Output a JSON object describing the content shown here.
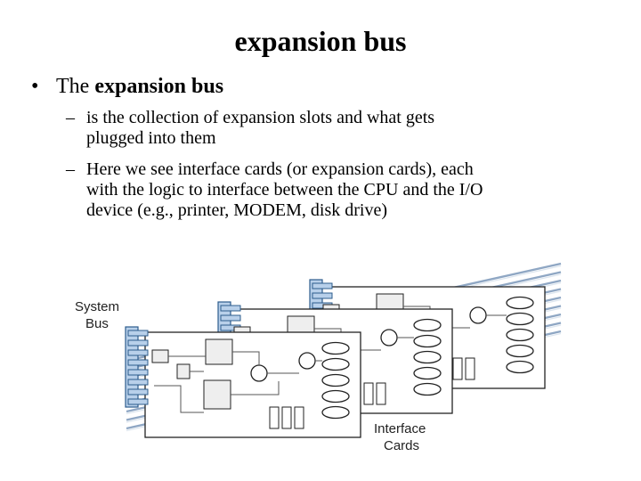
{
  "slide": {
    "title": "expansion bus",
    "bullet": {
      "marker": "•",
      "prefix": "The ",
      "bold": "expansion bus"
    },
    "subs": [
      {
        "marker": "–",
        "lines": [
          "is the collection of expansion slots and what gets",
          "plugged into them"
        ]
      },
      {
        "marker": "–",
        "lines": [
          "Here we see interface cards (or expansion cards), each",
          "with the logic to interface between the CPU and the I/O",
          "device (e.g., printer, MODEM, disk drive)"
        ]
      }
    ]
  },
  "figure": {
    "system_bus_label": [
      "System",
      "Bus"
    ],
    "interface_cards_label": [
      "Interface",
      "Cards"
    ],
    "colors": {
      "bus_stripe": "#8fa7c4",
      "connector_fill": "#b8d0ea",
      "connector_stroke": "#2d5c8c",
      "card_stroke": "#222222",
      "component_fill": "#eeeeee"
    }
  }
}
